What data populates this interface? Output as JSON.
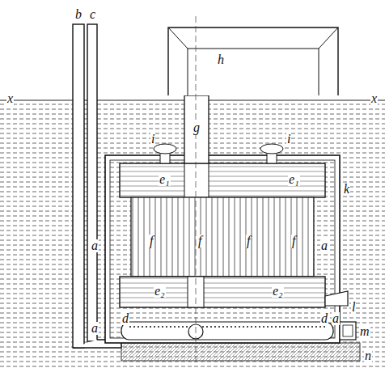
{
  "diagram": {
    "labels": [
      "x",
      "x",
      "b",
      "c",
      "h",
      "g",
      "i",
      "i",
      "e₁",
      "e₁",
      "k",
      "a",
      "a",
      "f",
      "f",
      "f",
      "f",
      "e₂",
      "e₂",
      "l",
      "a",
      "d",
      "d",
      "a",
      "m",
      "n"
    ]
  }
}
